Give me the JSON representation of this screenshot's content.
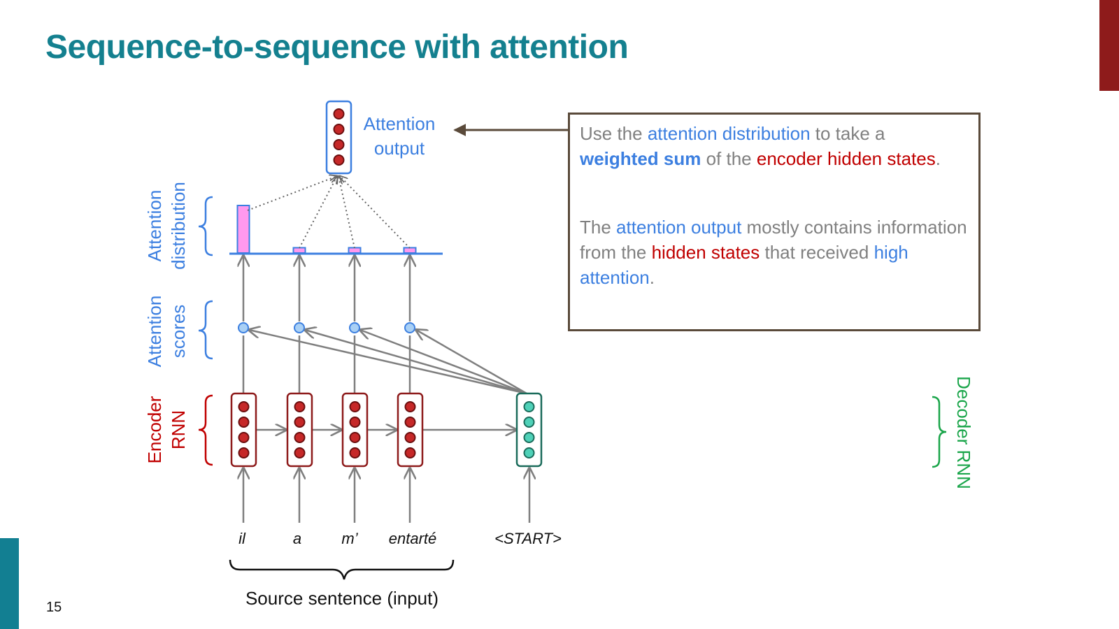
{
  "title": "Sequence-to-sequence with attention",
  "page_number": "15",
  "labels": {
    "attention_output": [
      "Attention",
      "output"
    ],
    "attention_distribution": [
      "Attention",
      "distribution"
    ],
    "attention_scores": [
      "Attention",
      "scores"
    ],
    "encoder_rnn": [
      "Encoder",
      "RNN"
    ],
    "decoder_rnn": "Decoder RNN",
    "source_sentence": "Source sentence (input)"
  },
  "source_words": [
    "il",
    "a",
    "m’",
    "entarté"
  ],
  "decoder_input": "<START>",
  "attention_weights": [
    0.9,
    0.1,
    0.1,
    0.1
  ],
  "info_box": {
    "p1": {
      "t1": "Use the ",
      "t2": "attention distribution",
      "t3": " to take a ",
      "t4": "weighted sum",
      "t5": " of the ",
      "t6": "encoder hidden states",
      "t7": "."
    },
    "p2": {
      "t1": "The ",
      "t2": "attention output",
      "t3": " mostly contains information from the ",
      "t4": "hidden states",
      "t5": " that received ",
      "t6": "high attention",
      "t7": "."
    }
  },
  "colors": {
    "title": "#14808f",
    "blue": "#3c7fe0",
    "red": "#c00000",
    "green": "#1aa54a",
    "encoder_cell": "#8e1b1b",
    "decoder_cell": "#1a6b5a",
    "attention_bar": "#ff99ee"
  }
}
